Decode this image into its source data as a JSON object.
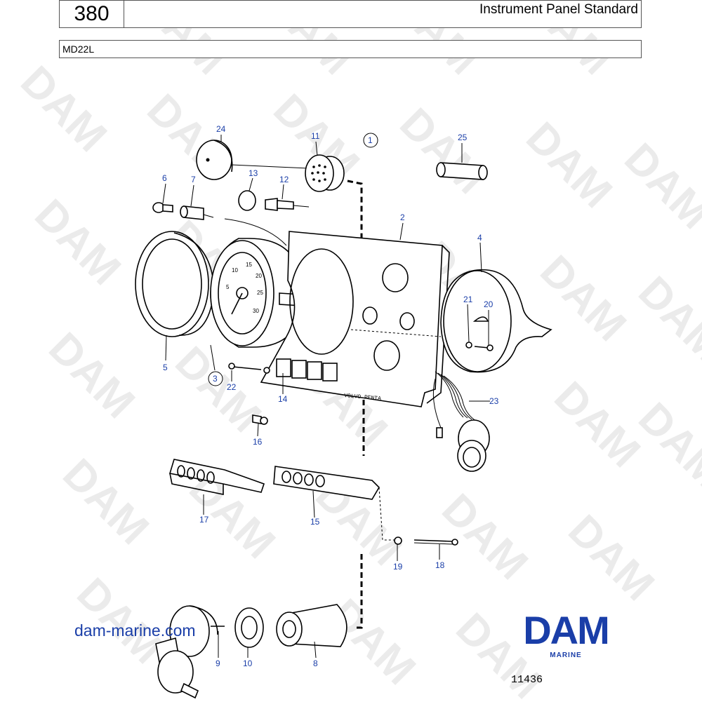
{
  "header": {
    "page_number": "380",
    "title": "Instrument Panel Standard",
    "model": "MD22L"
  },
  "diagram": {
    "callouts": [
      "1",
      "2",
      "3",
      "4",
      "5",
      "6",
      "7",
      "8",
      "9",
      "10",
      "11",
      "12",
      "13",
      "14",
      "15",
      "16",
      "17",
      "18",
      "19",
      "20",
      "21",
      "22",
      "23",
      "24",
      "25"
    ],
    "panel_marking": "VOLVO PENTA"
  },
  "watermark": {
    "text": "DAM"
  },
  "footer": {
    "website": "dam-marine.com",
    "logo_text": "DAM",
    "logo_subtext": "MARINE",
    "drawing_number": "11436"
  },
  "colors": {
    "accent": "#1a3ea8",
    "line": "#000000",
    "watermark": "#eaeaea"
  }
}
